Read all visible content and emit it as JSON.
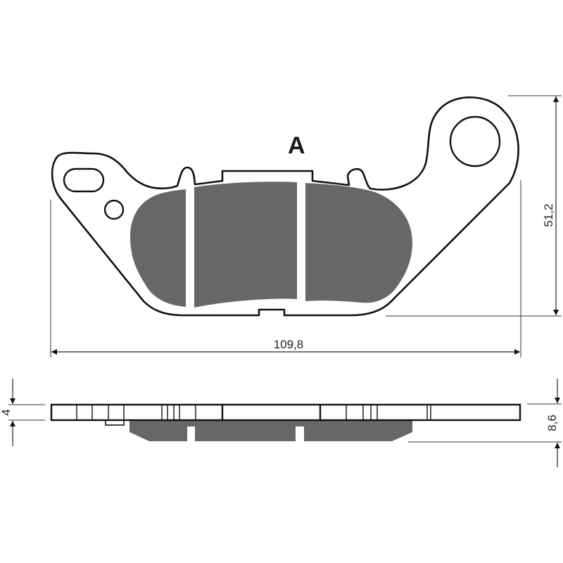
{
  "diagram": {
    "type": "technical-drawing",
    "subject": "brake pad",
    "view_label": "A",
    "colors": {
      "background": "#ffffff",
      "outline": "#111111",
      "friction_material": "#676767",
      "dimension_lines": "#222222"
    },
    "dimensions": {
      "width": {
        "value": "109,8",
        "orientation": "horizontal"
      },
      "height": {
        "value": "51,2",
        "orientation": "vertical"
      },
      "plate_thickness": {
        "value": "4",
        "orientation": "vertical"
      },
      "total_thickness": {
        "value": "8,6",
        "orientation": "vertical"
      }
    },
    "views": [
      {
        "name": "front-view",
        "features": [
          "backing-plate",
          "friction-pads (3 segments)",
          "slotted-hole",
          "small-round-hole",
          "large-round-hole",
          "top-ears (2)",
          "bottom-notch"
        ]
      },
      {
        "name": "side-view",
        "features": [
          "backing-plate",
          "friction-material",
          "groove-gaps (2)",
          "retaining-tab"
        ]
      }
    ]
  }
}
